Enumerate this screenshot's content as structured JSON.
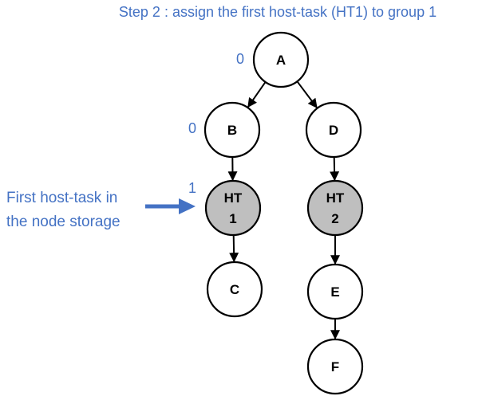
{
  "title": "Step 2 : assign the first host-task (HT1) to group 1",
  "side_label": {
    "line1": "First host-task in",
    "line2": "the node storage"
  },
  "colors": {
    "label_blue": "#4472c4",
    "arrow_blue": "#4472c4",
    "host_task_fill": "#bfbfbf",
    "node_fill": "#ffffff",
    "stroke": "#000000"
  },
  "nodes": {
    "A": {
      "lines": [
        "A"
      ],
      "host_task": false
    },
    "B": {
      "lines": [
        "B"
      ],
      "host_task": false
    },
    "D": {
      "lines": [
        "D"
      ],
      "host_task": false
    },
    "HT1": {
      "lines": [
        "HT",
        "1"
      ],
      "host_task": true
    },
    "HT2": {
      "lines": [
        "HT",
        "2"
      ],
      "host_task": true
    },
    "C": {
      "lines": [
        "C"
      ],
      "host_task": false
    },
    "E": {
      "lines": [
        "E"
      ],
      "host_task": false
    },
    "F": {
      "lines": [
        "F"
      ],
      "host_task": false
    }
  },
  "group_labels": {
    "A": "0",
    "B": "0",
    "HT1": "1"
  },
  "edges": [
    [
      "A",
      "B"
    ],
    [
      "A",
      "D"
    ],
    [
      "B",
      "HT1"
    ],
    [
      "D",
      "HT2"
    ],
    [
      "HT1",
      "C"
    ],
    [
      "HT2",
      "E"
    ],
    [
      "E",
      "F"
    ]
  ]
}
